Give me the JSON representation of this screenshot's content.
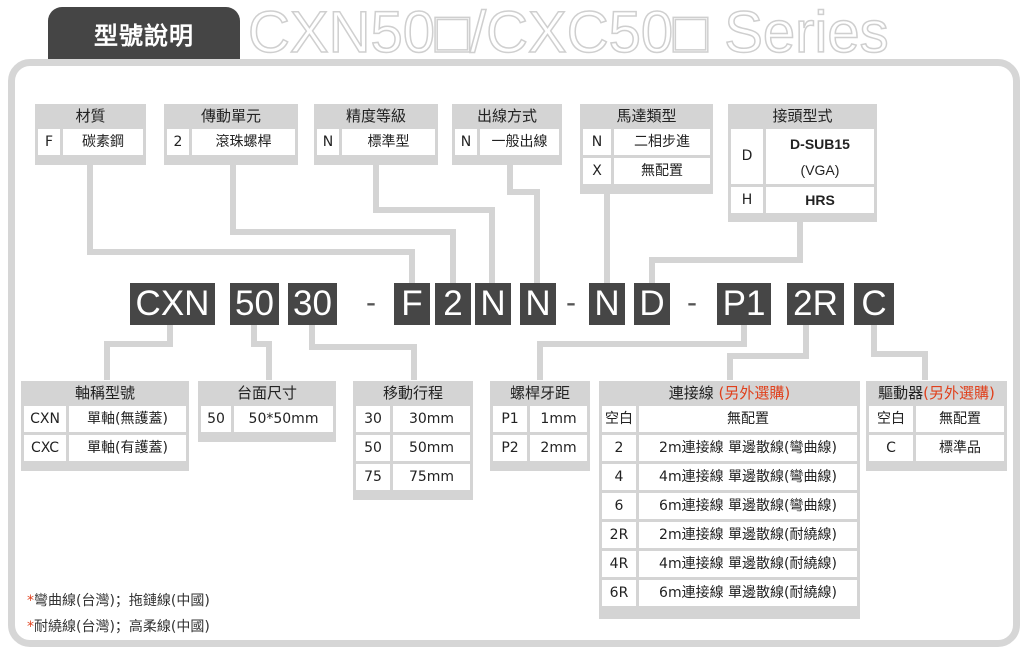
{
  "header": {
    "title": "型號說明",
    "series": "CXN50□/CXC50□ Series"
  },
  "top_boxes": {
    "material": {
      "title": "材質",
      "rows": [
        [
          "F",
          "碳素鋼"
        ]
      ]
    },
    "drive": {
      "title": "傳動單元",
      "rows": [
        [
          "2",
          "滾珠螺桿"
        ]
      ]
    },
    "precision": {
      "title": "精度等級",
      "rows": [
        [
          "N",
          "標準型"
        ]
      ]
    },
    "outlet": {
      "title": "出線方式",
      "rows": [
        [
          "N",
          "一般出線"
        ]
      ]
    },
    "motor": {
      "title": "馬達類型",
      "rows": [
        [
          "N",
          "二相步進"
        ],
        [
          "X",
          "無配置"
        ]
      ]
    },
    "connector": {
      "title": "接頭型式",
      "rows": [
        [
          "D",
          "D-SUB15",
          "(VGA)"
        ],
        [
          "H",
          "HRS"
        ]
      ]
    }
  },
  "model_code": {
    "parts": [
      "CXN",
      "50",
      "30",
      "F",
      "2",
      "N",
      "N",
      "N",
      "D",
      "P1",
      "2R",
      "C"
    ],
    "dash": "-"
  },
  "bottom_boxes": {
    "cover": {
      "title": "軸稱型號",
      "rows": [
        [
          "CXN",
          "單軸(無護蓋)"
        ],
        [
          "CXC",
          "單軸(有護蓋)"
        ]
      ]
    },
    "table_size": {
      "title": "台面尺寸",
      "rows": [
        [
          "50",
          "50*50mm"
        ]
      ]
    },
    "stroke": {
      "title": "移動行程",
      "rows": [
        [
          "30",
          "30mm"
        ],
        [
          "50",
          "50mm"
        ],
        [
          "75",
          "75mm"
        ]
      ]
    },
    "lead": {
      "title": "螺桿牙距",
      "rows": [
        [
          "P1",
          "1mm"
        ],
        [
          "P2",
          "2mm"
        ]
      ]
    },
    "cable": {
      "title": "連接線",
      "title_note": "(另外選購)",
      "rows": [
        [
          "空白",
          "無配置"
        ],
        [
          "2",
          "2m連接線 單邊散線(彎曲線)"
        ],
        [
          "4",
          "4m連接線 單邊散線(彎曲線)"
        ],
        [
          "6",
          "6m連接線 單邊散線(彎曲線)"
        ],
        [
          "2R",
          "2m連接線 單邊散線(耐繞線)"
        ],
        [
          "4R",
          "4m連接線 單邊散線(耐繞線)"
        ],
        [
          "6R",
          "6m連接線 單邊散線(耐繞線)"
        ]
      ]
    },
    "driver": {
      "title": "驅動器",
      "title_note": "(另外選購)",
      "rows": [
        [
          "空白",
          "無配置"
        ],
        [
          "C",
          "標準品"
        ]
      ]
    }
  },
  "notes": [
    {
      "star": "*",
      "text": "彎曲線(台灣)；拖鏈線(中國)"
    },
    {
      "star": "*",
      "text": "耐繞線(台灣)；高柔線(中國)"
    }
  ],
  "colors": {
    "dark_box": "#464646",
    "label_gray": "#d4d4d4",
    "accent_red": "#e0401c",
    "frame": "#d6d6d6"
  }
}
